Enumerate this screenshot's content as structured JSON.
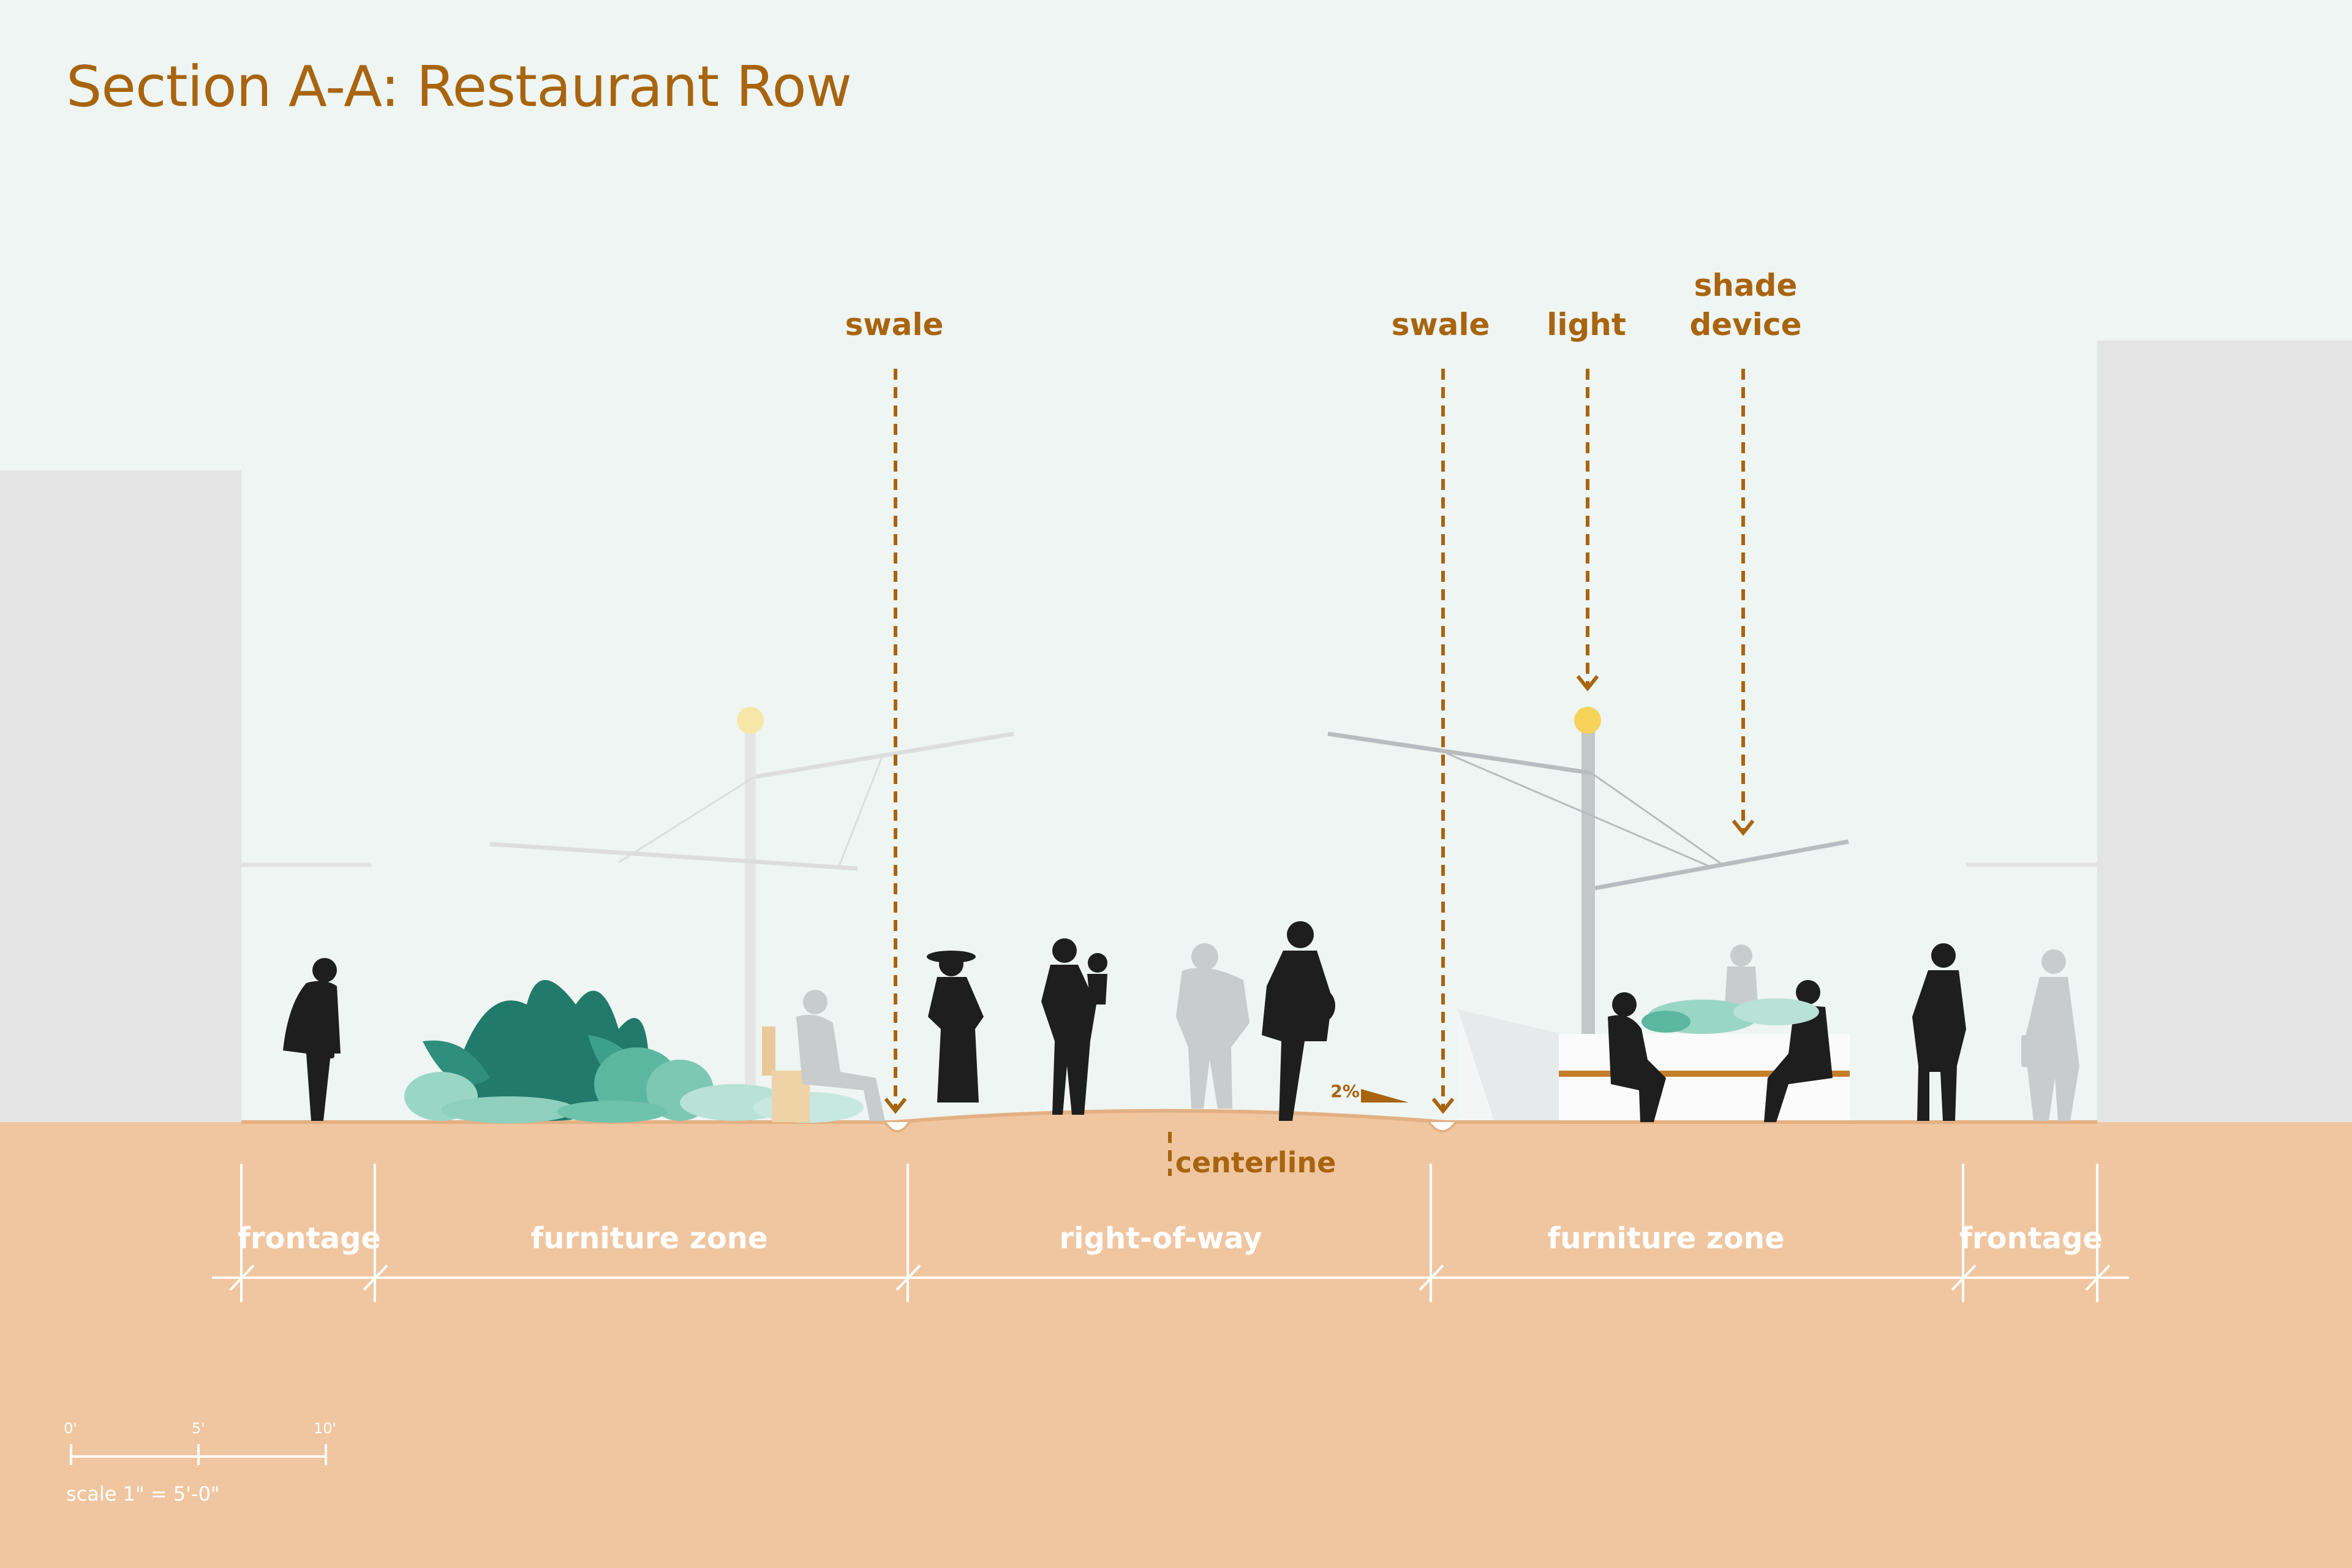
{
  "title": "Section A-A:  Restaurant Row",
  "callouts": {
    "swale_left": "swale",
    "swale_right": "swale",
    "light": "light",
    "shade_line1": "shade",
    "shade_line2": "device",
    "centerline": "centerline",
    "slope": "2%"
  },
  "zones": {
    "frontage_left": "frontage",
    "furniture_left": "furniture zone",
    "right_of_way": "right-of-way",
    "furniture_right": "furniture zone",
    "frontage_right": "frontage"
  },
  "scale_bar": {
    "tick_0": "0'",
    "tick_5": "5'",
    "tick_10": "10'",
    "caption": "scale 1\" = 5'-0\""
  },
  "colors": {
    "accent": "#a8640f",
    "ground": "#f0c6a0",
    "ground_line": "#e3b083",
    "sky": "#eef5f2",
    "building": "#e4e4e4",
    "silhouette": "#1e1e1e",
    "ghost": "#c9cccc",
    "foliage_dark": "#227a6a",
    "foliage_light": "#8fcfbd",
    "lamp_on": "#f7d35a",
    "lamp_off": "#f6e7a8"
  }
}
